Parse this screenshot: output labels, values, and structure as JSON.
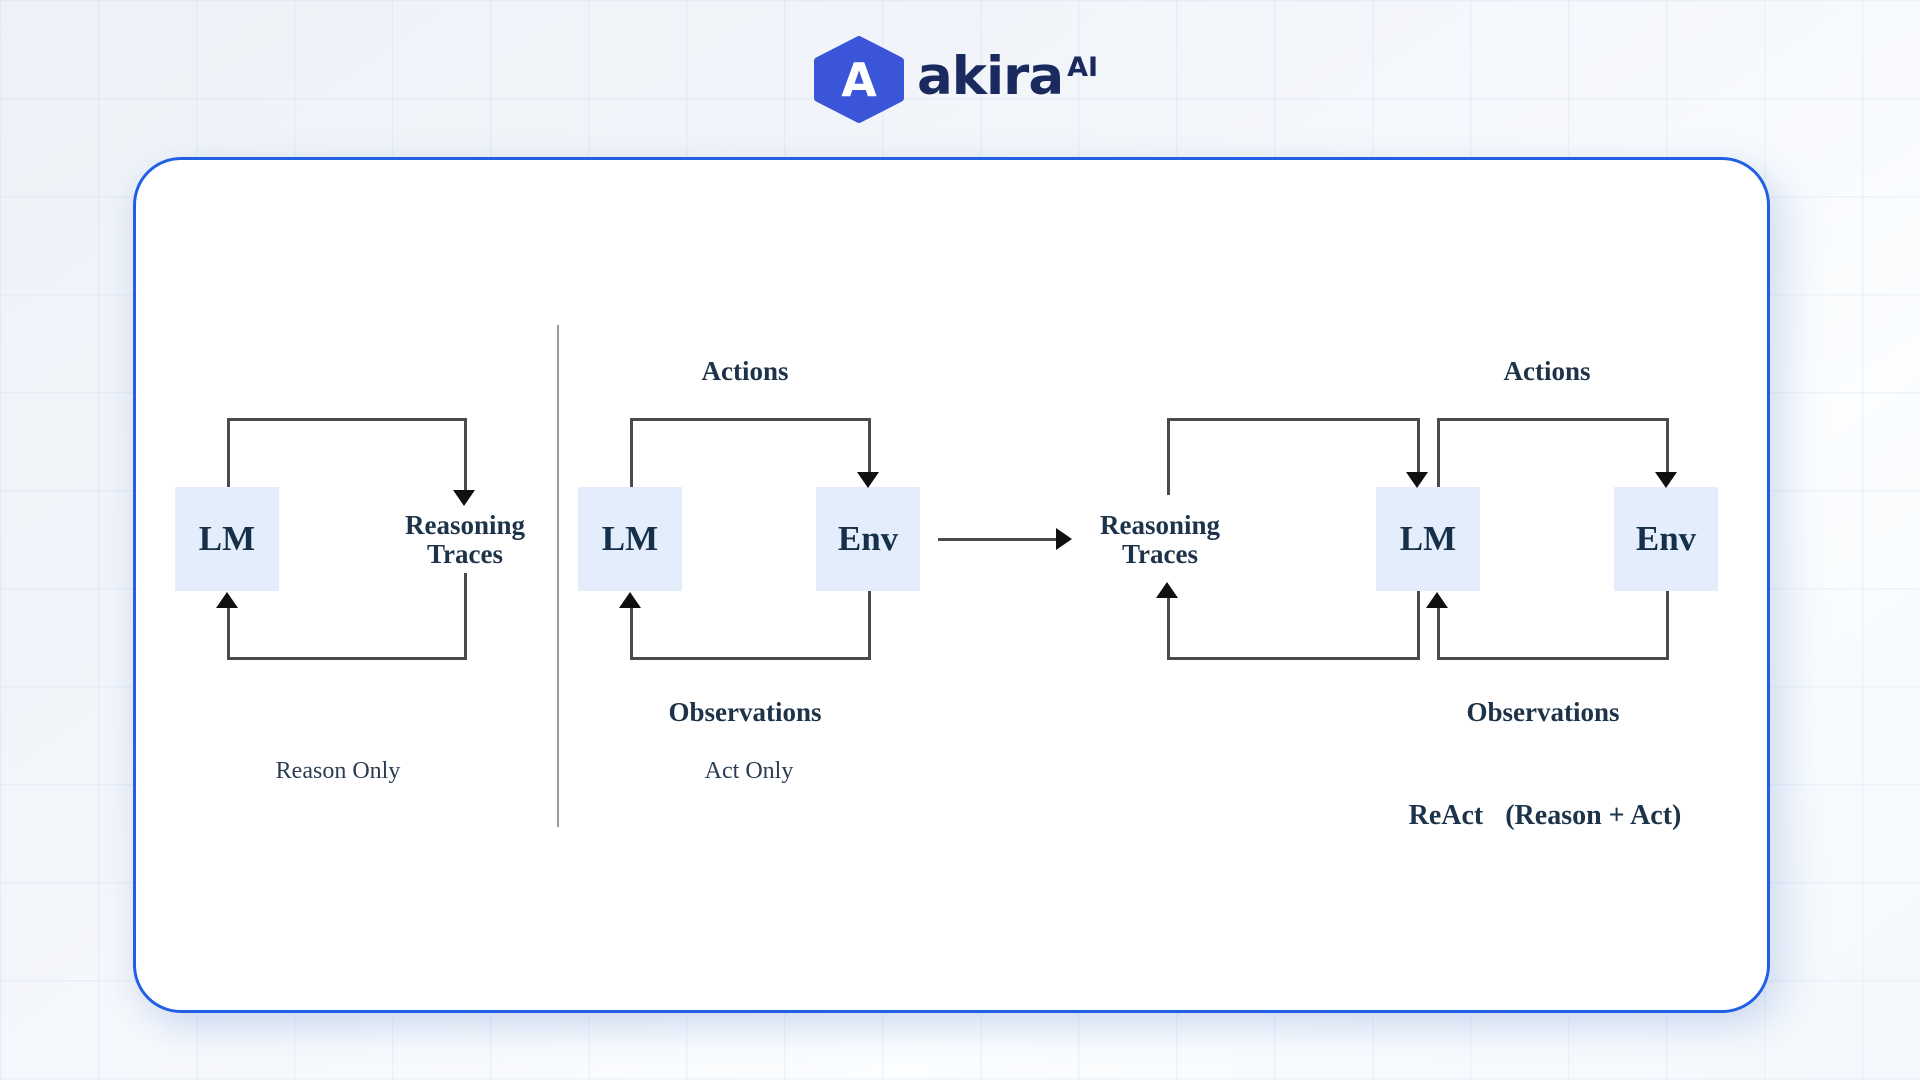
{
  "logo": {
    "mark": "A",
    "brand": "akira",
    "sup": "AI",
    "hex_color": "#3b55d9",
    "text_color": "#1b2a5e"
  },
  "colors": {
    "card_border": "#2160e4",
    "node_fill": "#e3edfb",
    "line": "#4b4b4b",
    "label_text": "#1d3349"
  },
  "diagrams": {
    "reason_only": {
      "lm": "LM",
      "trace_line1": "Reasoning",
      "trace_line2": "Traces",
      "caption": "Reason Only"
    },
    "act_only": {
      "lm": "LM",
      "env": "Env",
      "top_label": "Actions",
      "bottom_label": "Observations",
      "caption": "Act Only"
    },
    "react": {
      "trace_line1": "Reasoning",
      "trace_line2": "Traces",
      "lm": "LM",
      "env": "Env",
      "top_label": "Actions",
      "bottom_label": "Observations",
      "caption_name": "ReAct",
      "caption_formula": "(Reason + Act)"
    }
  }
}
